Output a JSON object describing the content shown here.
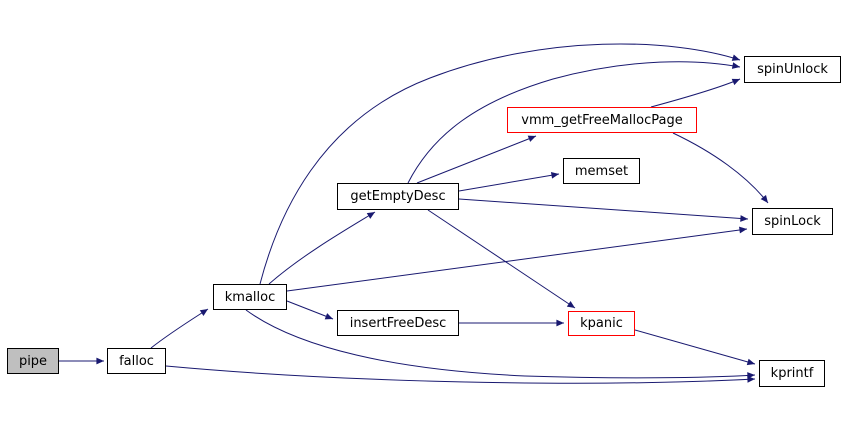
{
  "diagram": {
    "type": "call-graph",
    "colors": {
      "background": "#ffffff",
      "edge": "#191970",
      "node_border": "#000000",
      "node_fill": "#ffffff",
      "current_node_fill": "#bfbfbf",
      "truncated_node_border": "#ff0000",
      "text": "#000000"
    },
    "nodes": [
      {
        "id": "pipe",
        "label": "pipe",
        "style": "current"
      },
      {
        "id": "falloc",
        "label": "falloc",
        "style": "normal"
      },
      {
        "id": "kmalloc",
        "label": "kmalloc",
        "style": "normal"
      },
      {
        "id": "getEmptyDesc",
        "label": "getEmptyDesc",
        "style": "normal"
      },
      {
        "id": "insertFreeDesc",
        "label": "insertFreeDesc",
        "style": "normal"
      },
      {
        "id": "vmm_getFreeMallocPage",
        "label": "vmm_getFreeMallocPage",
        "style": "truncated"
      },
      {
        "id": "memset",
        "label": "memset",
        "style": "normal"
      },
      {
        "id": "spinLock",
        "label": "spinLock",
        "style": "normal"
      },
      {
        "id": "spinUnlock",
        "label": "spinUnlock",
        "style": "normal"
      },
      {
        "id": "kpanic",
        "label": "kpanic",
        "style": "truncated"
      },
      {
        "id": "kprintf",
        "label": "kprintf",
        "style": "normal"
      }
    ],
    "edges": [
      {
        "from": "pipe",
        "to": "falloc"
      },
      {
        "from": "falloc",
        "to": "kmalloc"
      },
      {
        "from": "falloc",
        "to": "kprintf"
      },
      {
        "from": "kmalloc",
        "to": "getEmptyDesc"
      },
      {
        "from": "kmalloc",
        "to": "insertFreeDesc"
      },
      {
        "from": "kmalloc",
        "to": "spinUnlock"
      },
      {
        "from": "kmalloc",
        "to": "spinLock"
      },
      {
        "from": "kmalloc",
        "to": "kprintf"
      },
      {
        "from": "getEmptyDesc",
        "to": "vmm_getFreeMallocPage"
      },
      {
        "from": "getEmptyDesc",
        "to": "memset"
      },
      {
        "from": "getEmptyDesc",
        "to": "spinUnlock"
      },
      {
        "from": "getEmptyDesc",
        "to": "spinLock"
      },
      {
        "from": "getEmptyDesc",
        "to": "kpanic"
      },
      {
        "from": "insertFreeDesc",
        "to": "kpanic"
      },
      {
        "from": "kpanic",
        "to": "kprintf"
      },
      {
        "from": "vmm_getFreeMallocPage",
        "to": "spinUnlock"
      },
      {
        "from": "vmm_getFreeMallocPage",
        "to": "spinLock"
      }
    ]
  }
}
